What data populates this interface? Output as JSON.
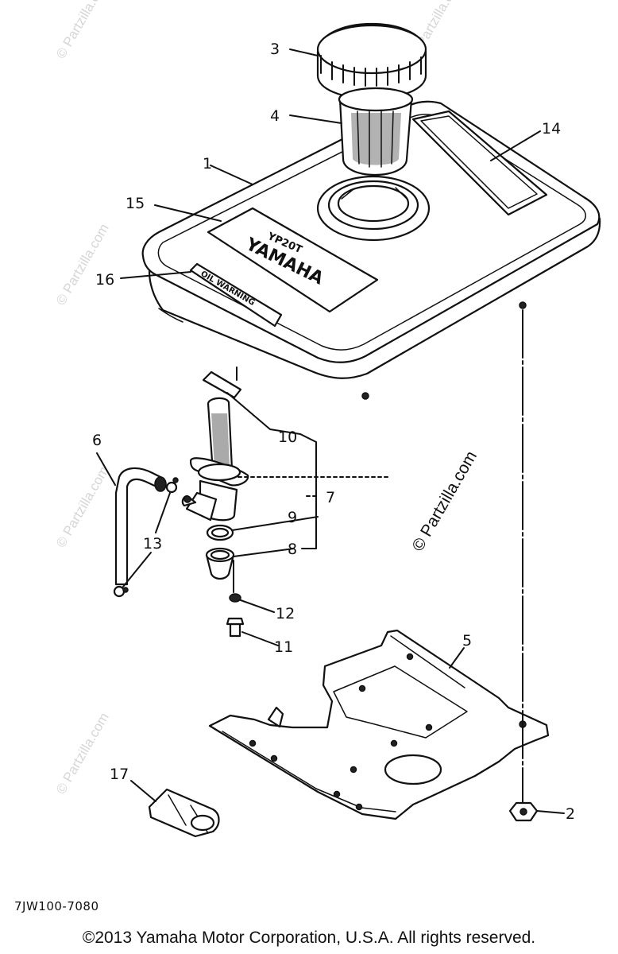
{
  "diagram": {
    "callouts": [
      "1",
      "2",
      "3",
      "4",
      "5",
      "6",
      "7",
      "8",
      "9",
      "10",
      "11",
      "12",
      "13",
      "14",
      "15",
      "16",
      "17"
    ],
    "decal_model": "YP20T",
    "decal_brand": "YAMAHA",
    "decal_oil": "OIL WARNING",
    "watermark_side": "© Partzilla.com",
    "watermark_faint": "© Partzilla.com"
  },
  "footer": {
    "drawing_code": "7JW100-7080",
    "copyright": "©2013 Yamaha Motor Corporation, U.S.A. All rights reserved."
  }
}
